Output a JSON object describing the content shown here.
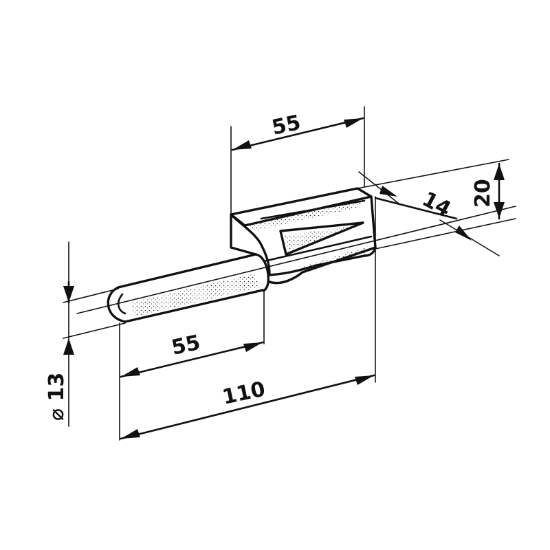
{
  "dimensions": {
    "top_length": "55",
    "side_depth": "14",
    "height": "20",
    "shank_length": "55",
    "total_length": "110",
    "diameter": "⌀ 13"
  },
  "colors": {
    "ink": "#111111",
    "paper": "#ffffff"
  }
}
